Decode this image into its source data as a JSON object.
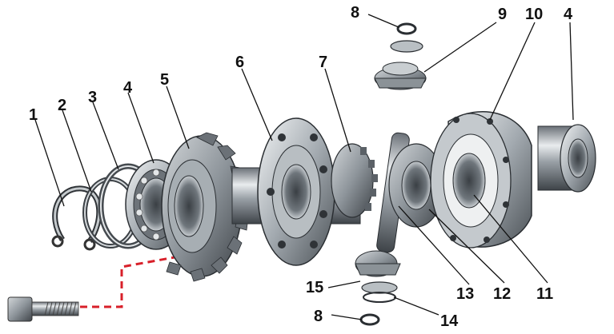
{
  "diagram": {
    "callouts": [
      {
        "id": "c1",
        "label": "1"
      },
      {
        "id": "c2",
        "label": "2"
      },
      {
        "id": "c3",
        "label": "3"
      },
      {
        "id": "c4a",
        "label": "4"
      },
      {
        "id": "c5",
        "label": "5"
      },
      {
        "id": "c6",
        "label": "6"
      },
      {
        "id": "c7",
        "label": "7"
      },
      {
        "id": "c8a",
        "label": "8"
      },
      {
        "id": "c9",
        "label": "9"
      },
      {
        "id": "c10",
        "label": "10"
      },
      {
        "id": "c4b",
        "label": "4"
      },
      {
        "id": "c11",
        "label": "11"
      },
      {
        "id": "c12",
        "label": "12"
      },
      {
        "id": "c13",
        "label": "13"
      },
      {
        "id": "c14",
        "label": "14"
      },
      {
        "id": "c15",
        "label": "15"
      },
      {
        "id": "c8b",
        "label": "8"
      }
    ]
  },
  "colors": {
    "metal_dark": "#4a4f55",
    "metal_mid": "#8d949b",
    "metal_light": "#d9dde0",
    "highlight": "#f4f6f7",
    "dashed_line": "#d8202a",
    "text": "#111111"
  }
}
